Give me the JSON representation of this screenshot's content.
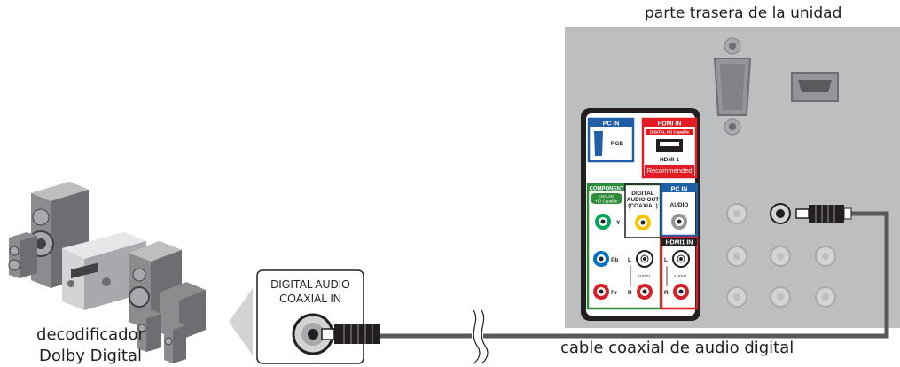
{
  "labels": {
    "rear_of_unit": "parte trasera de la unidad",
    "decoder_line1": "decodificador",
    "decoder_line2": "Dolby Digital",
    "cable": "cable coaxial de audio digital"
  },
  "decoder_box": {
    "line1": "DIGITAL AUDIO",
    "line2": "COAXIAL IN"
  },
  "panel": {
    "pc_in_title": "PC IN",
    "pc_in_rgb": "RGB",
    "hdmi_in_title": "HDMI IN",
    "hdmi_capable": "DIGITAL HD Capable",
    "hdmi_port": "HDMI 1",
    "hdmi_recommended": "Recommended",
    "component_title": "COMPONENT",
    "component_sub1": "ANALOG",
    "component_sub2": "HD Capable",
    "y": "Y",
    "pb": "Pb",
    "pr": "Pr",
    "digital_audio_out_1": "DIGITAL",
    "digital_audio_out_2": "AUDIO OUT",
    "digital_audio_out_3": "(COAXIAL)",
    "pc_in_audio_title": "PC IN",
    "pc_in_audio": "AUDIO",
    "hdmi1_in": "HDMI1 IN",
    "l": "L",
    "r": "R",
    "audio_small": "AUDIO"
  },
  "colors": {
    "panel_gray": "#bcbec0",
    "panel_dark": "#231f20",
    "pc_blue": "#1f5fa8",
    "hdmi_red": "#e31b23",
    "component_green": "#2e8b3a",
    "jack_yellow": "#f5c400",
    "jack_green": "#00a65a",
    "jack_blue": "#0072bc",
    "jack_red": "#d2232a",
    "cable": "#58595b"
  }
}
